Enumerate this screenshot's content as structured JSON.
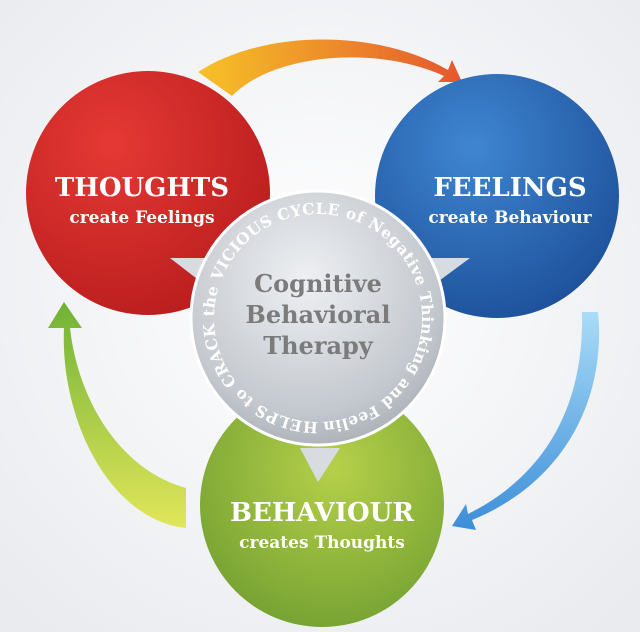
{
  "thoughts": {
    "title": "THOUGHTS",
    "subtitle": "create Feelings"
  },
  "feelings": {
    "title": "FEELINGS",
    "subtitle": "create Behaviour"
  },
  "behaviour": {
    "title": "BEHAVIOUR",
    "subtitle": "creates Thoughts"
  },
  "center": {
    "line1": "Cognitive",
    "line2": "Behavioral",
    "line3": "Therapy",
    "ring_text": "HELPS to CRACK the VICIOUS CYCLE of Negative Thinking and Feeling"
  },
  "colors": {
    "thoughts": "#c62828",
    "feelings": "#2a62b0",
    "behaviour": "#8cb23c",
    "center": "#b8bdc4",
    "arrow_top": "#f2a51e",
    "arrow_right": "#7ec3ef",
    "arrow_left": "#c9d84a"
  },
  "icons": [
    "arrow-thoughts-to-feelings-icon",
    "arrow-feelings-to-behaviour-icon",
    "arrow-behaviour-to-thoughts-icon"
  ]
}
